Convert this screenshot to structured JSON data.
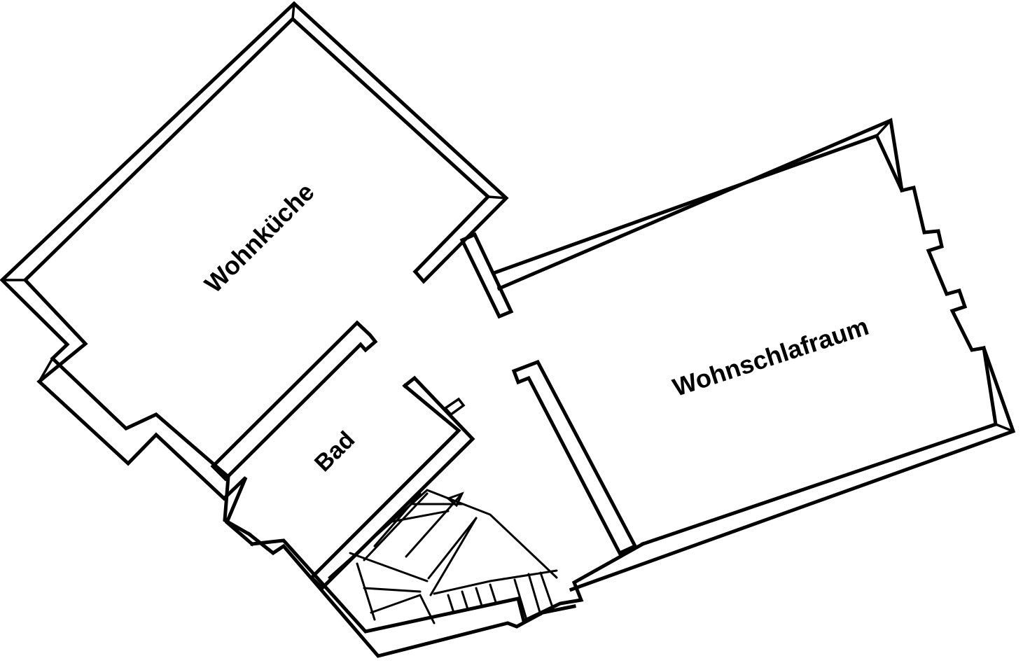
{
  "floor_plan": {
    "rooms": [
      {
        "id": "wohnkueche",
        "label": "Wohnküche"
      },
      {
        "id": "wohnschlafraum",
        "label": "Wohnschlafraum"
      },
      {
        "id": "bad",
        "label": "Bad"
      }
    ],
    "colors": {
      "wall": "#000000",
      "background": "#ffffff"
    }
  }
}
